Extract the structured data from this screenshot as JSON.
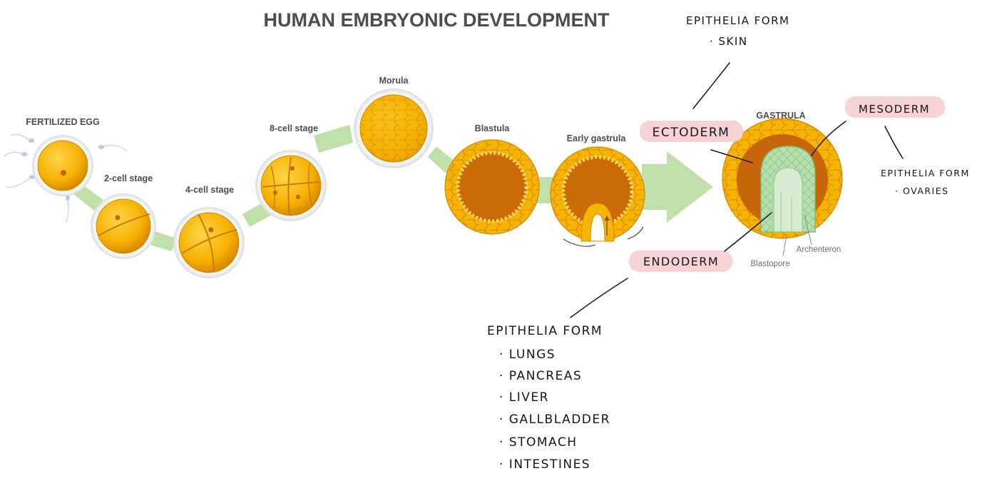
{
  "title": "HUMAN EMBRYONIC DEVELOPMENT",
  "stages": {
    "fertilized_egg": "FERTILIZED EGG",
    "two_cell": "2-cell stage",
    "four_cell": "4-cell stage",
    "eight_cell": "8-cell stage",
    "morula": "Morula",
    "blastula": "Blastula",
    "early_gastrula": "Early gastrula",
    "gastrula": "GASTRULA"
  },
  "gastrula_labels": {
    "archenteron": "Archenteron",
    "blastopore": "Blastopore"
  },
  "handwritten": {
    "ectoderm": "ECTODERM",
    "mesoderm": "MESODERM",
    "endoderm": "ENDODERM",
    "ectoderm_note": {
      "heading": "EPITHELIA FORM",
      "items": [
        "· SKIN"
      ]
    },
    "mesoderm_note": {
      "heading": "EPITHELIA FORM",
      "items": [
        "· OVARIES"
      ]
    },
    "endoderm_note": {
      "heading": "EPITHELIA FORM",
      "items": [
        "· LUNGS",
        "· PANCREAS",
        "· LIVER",
        "· GALLBLADDER",
        "· STOMACH",
        "· INTESTINES"
      ]
    }
  },
  "colors": {
    "cell_yellow": "#f7b500",
    "cell_orange": "#e08a00",
    "inner_orange": "#c8650a",
    "arrow_green": "#b8dca0",
    "endoderm_green": "#a9d6a0",
    "highlight_pink": "#f6d0d0"
  }
}
